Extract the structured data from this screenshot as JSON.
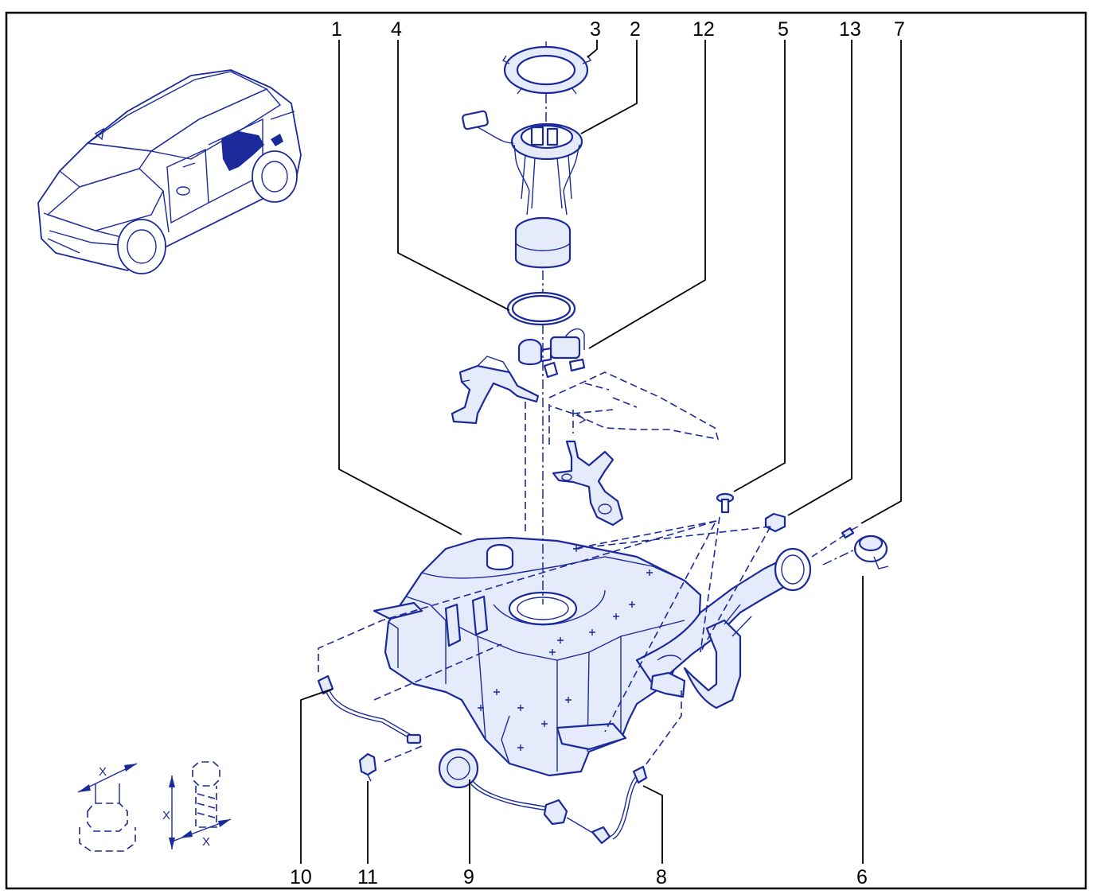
{
  "callouts": [
    {
      "id": "1",
      "text": "1"
    },
    {
      "id": "4",
      "text": "4"
    },
    {
      "id": "3",
      "text": "3"
    },
    {
      "id": "2",
      "text": "2"
    },
    {
      "id": "12",
      "text": "12"
    },
    {
      "id": "5",
      "text": "5"
    },
    {
      "id": "13",
      "text": "13"
    },
    {
      "id": "7",
      "text": "7"
    },
    {
      "id": "10",
      "text": "10"
    },
    {
      "id": "11",
      "text": "11"
    },
    {
      "id": "9",
      "text": "9"
    },
    {
      "id": "8",
      "text": "8"
    },
    {
      "id": "6",
      "text": "6"
    }
  ],
  "dimension_marks": {
    "nut_x": "X",
    "bolt_x_height": "X",
    "bolt_x_width": "X"
  },
  "colors": {
    "line": "#1a2a9a",
    "fill": "#e6ebfb",
    "label": "#000000"
  }
}
